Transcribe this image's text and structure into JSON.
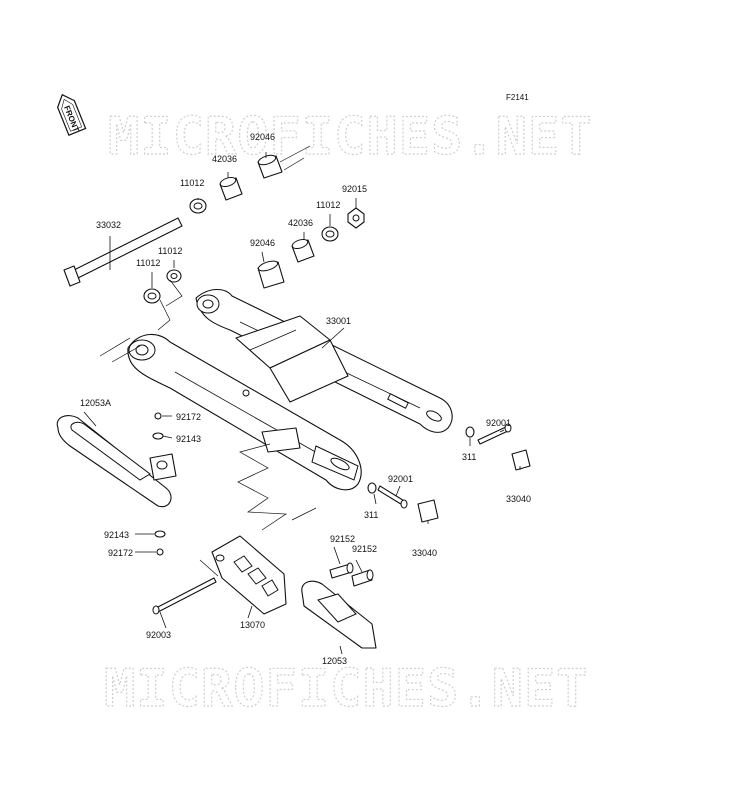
{
  "diagram_code": "F2141",
  "front_badge": "FRONT",
  "watermark": "MICROFICHES.NET",
  "parts": [
    {
      "id": "p-92046-a",
      "number": "92046"
    },
    {
      "id": "p-42036-a",
      "number": "42036"
    },
    {
      "id": "p-11012-a",
      "number": "11012"
    },
    {
      "id": "p-92015",
      "number": "92015"
    },
    {
      "id": "p-11012-b",
      "number": "11012"
    },
    {
      "id": "p-42036-b",
      "number": "42036"
    },
    {
      "id": "p-33032",
      "number": "33032"
    },
    {
      "id": "p-92046-b",
      "number": "92046"
    },
    {
      "id": "p-11012-c",
      "number": "11012"
    },
    {
      "id": "p-11012-d",
      "number": "11012"
    },
    {
      "id": "p-33001",
      "number": "33001"
    },
    {
      "id": "p-12053a",
      "number": "12053A"
    },
    {
      "id": "p-92172-a",
      "number": "92172"
    },
    {
      "id": "p-92143-a",
      "number": "92143"
    },
    {
      "id": "p-92001-a",
      "number": "92001"
    },
    {
      "id": "p-311-a",
      "number": "311"
    },
    {
      "id": "p-33040-a",
      "number": "33040"
    },
    {
      "id": "p-92001-b",
      "number": "92001"
    },
    {
      "id": "p-311-b",
      "number": "311"
    },
    {
      "id": "p-33040-b",
      "number": "33040"
    },
    {
      "id": "p-92143-b",
      "number": "92143"
    },
    {
      "id": "p-92172-b",
      "number": "92172"
    },
    {
      "id": "p-92152-a",
      "number": "92152"
    },
    {
      "id": "p-92152-b",
      "number": "92152"
    },
    {
      "id": "p-92003",
      "number": "92003"
    },
    {
      "id": "p-13070",
      "number": "13070"
    },
    {
      "id": "p-12053",
      "number": "12053"
    }
  ]
}
